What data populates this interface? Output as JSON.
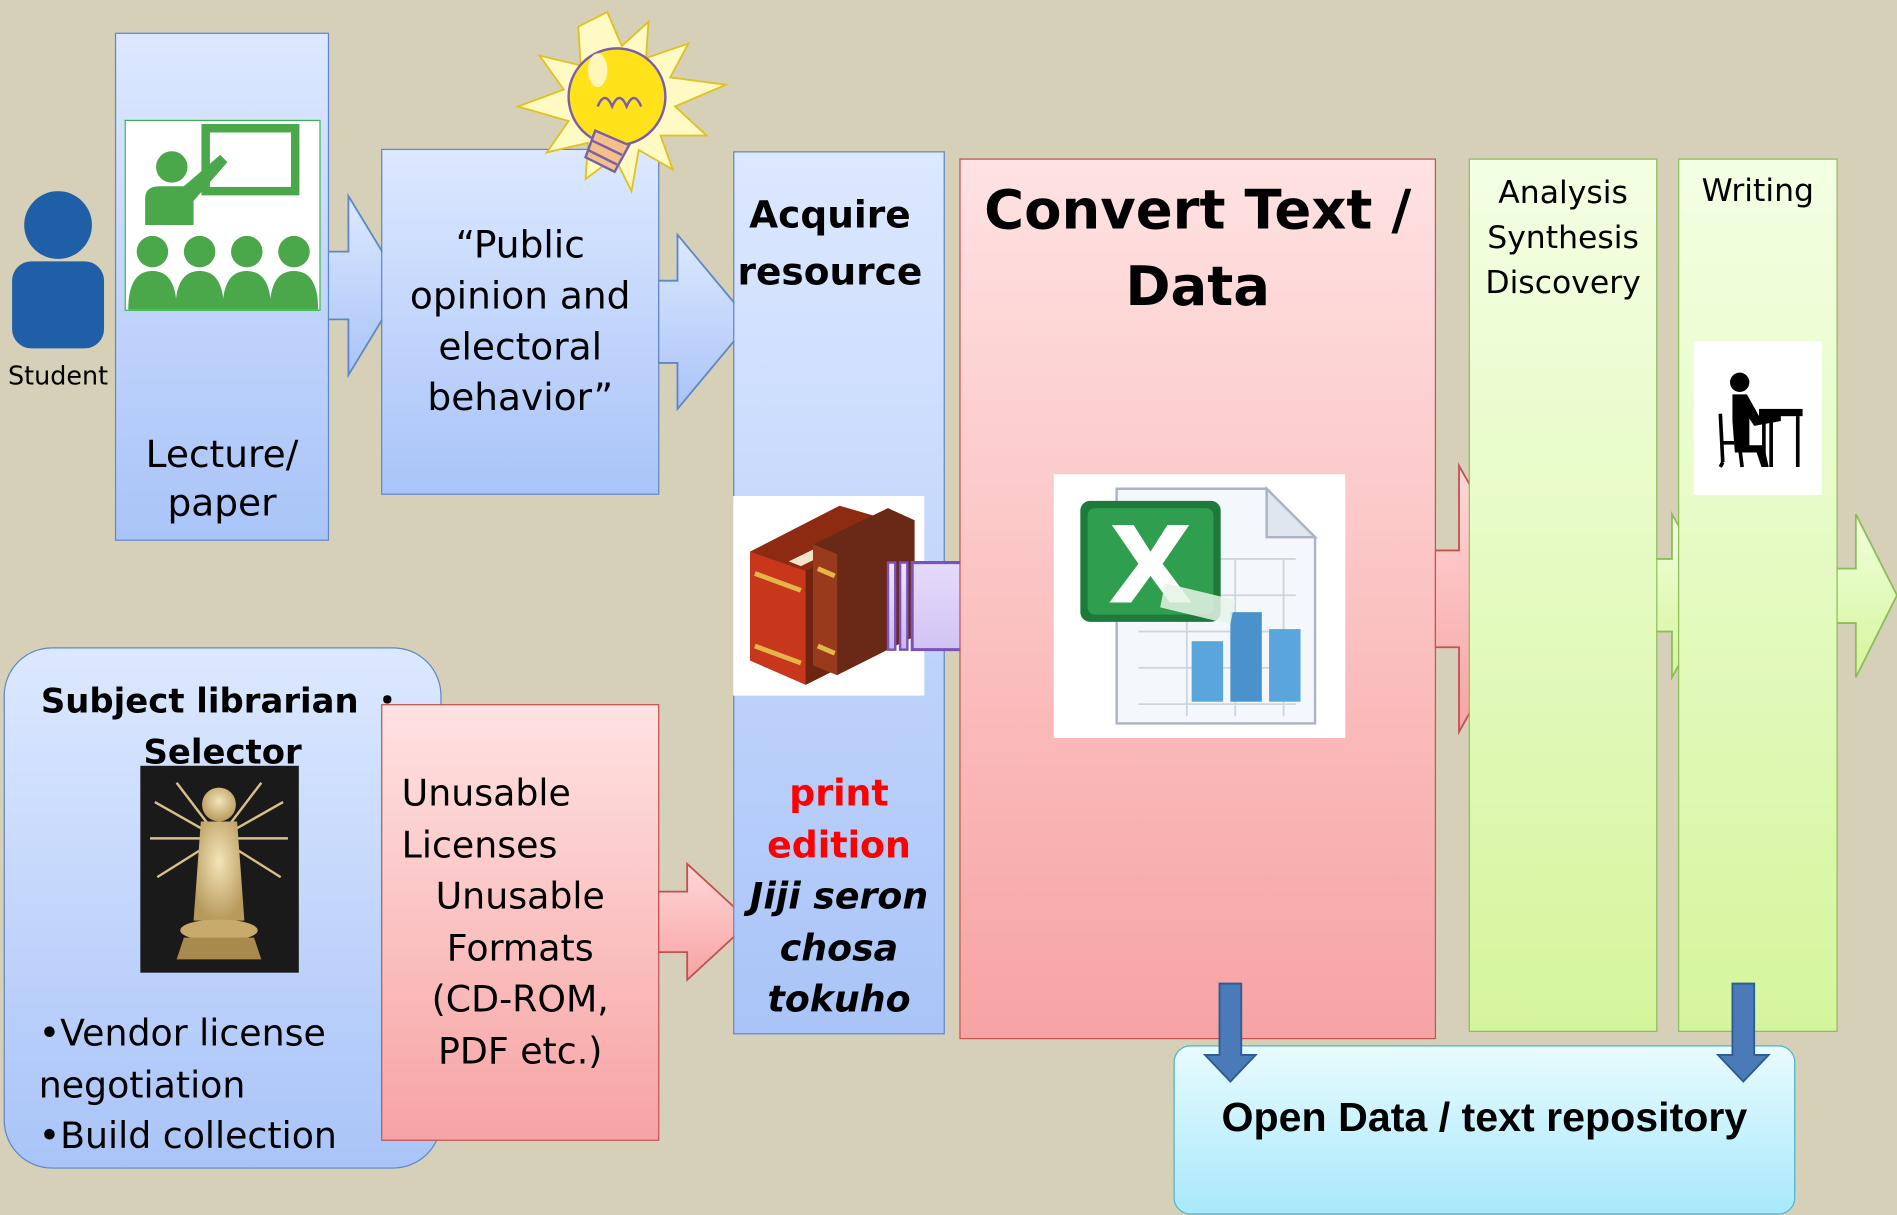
{
  "student": {
    "label": "Student"
  },
  "lecture": {
    "line1": "Lecture/",
    "line2": "paper"
  },
  "topic": {
    "line1": "“Public",
    "line2": "opinion and",
    "line3": "electoral",
    "line4": "behavior”"
  },
  "acquire": {
    "line1": "Acquire",
    "line2": "resource"
  },
  "print_box": {
    "line1": "print",
    "line2": "edition",
    "line3": "Jiji seron",
    "line4": "chosa",
    "line5": "tokuho"
  },
  "convert": {
    "line1": "Convert Text /",
    "line2": "Data"
  },
  "analysis": {
    "line1": "Analysis",
    "line2": "Synthesis",
    "line3": "Discovery"
  },
  "writing": {
    "label": "Writing"
  },
  "librarian": {
    "title_line1": "Subject librarian ・",
    "title_line2": "Selector",
    "bullet1_line1": "•Vendor license",
    "bullet1_line2": "negotiation",
    "bullet2": "•Build collection"
  },
  "unusable": {
    "line1": "Unusable",
    "line2": "Licenses",
    "line3": "Unusable",
    "line4": "Formats",
    "line5": "(CD-ROM,",
    "line6": "PDF etc.)"
  },
  "repository": {
    "label": "Open Data / text repository"
  },
  "colors": {
    "background": "#d6d0b8",
    "blue_box": "#a9c4f8",
    "pink_box": "#f7a3a3",
    "green_box": "#d5f59c",
    "cyan_box": "#a8e9fb",
    "print_red": "#ff0000",
    "purple_arrow": "#d6c8f4",
    "down_arrow": "#4a7ab8"
  },
  "icons": [
    "person-icon",
    "classroom-icon",
    "lightbulb-icon",
    "books-icon",
    "excel-chart-icon",
    "writer-at-desk-icon",
    "kannon-statue-image"
  ]
}
